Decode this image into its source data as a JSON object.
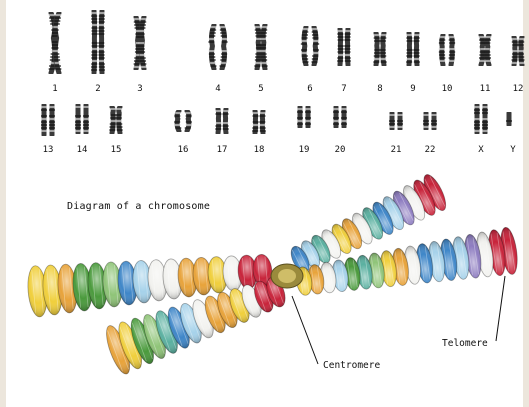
{
  "karyotype": {
    "row1": [
      "1",
      "2",
      "3",
      "4",
      "5",
      "6",
      "7",
      "8",
      "9",
      "10",
      "11",
      "12"
    ],
    "row2": [
      "13",
      "14",
      "15",
      "16",
      "17",
      "18",
      "19",
      "20",
      "21",
      "22",
      "X",
      "Y"
    ]
  },
  "diagram": {
    "title": "Diagram of a chromosome",
    "labels": {
      "centromere": "Centromere",
      "telomere": "Telomere"
    }
  }
}
